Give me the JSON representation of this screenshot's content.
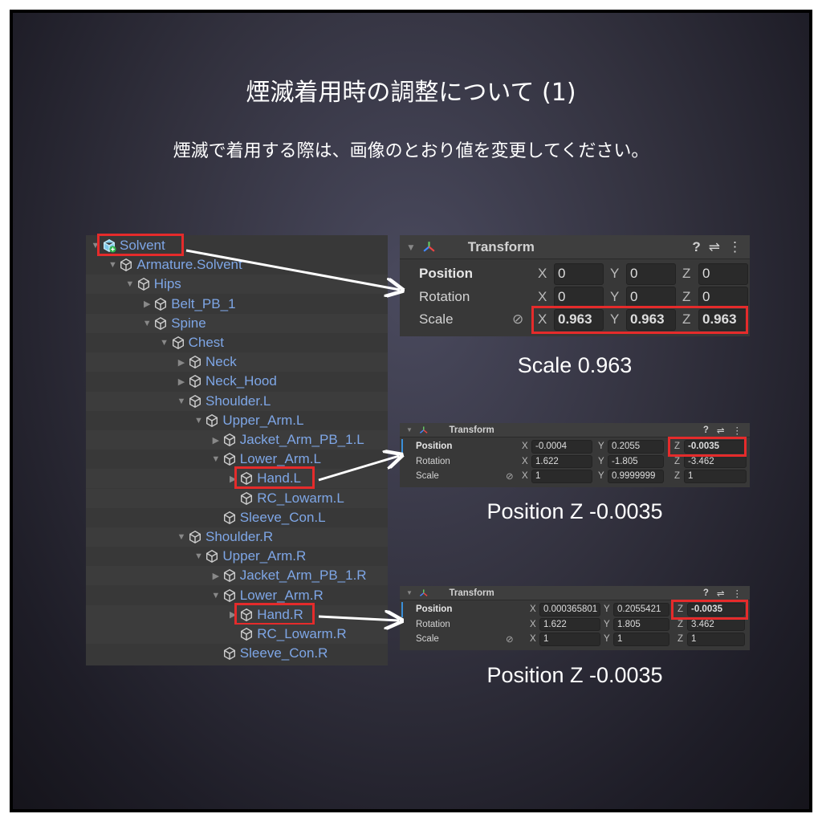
{
  "title": "煙滅着用時の調整について (1)",
  "subtitle": "煙滅で着用する際は、画像のとおり値を変更してください。",
  "hierarchy": [
    {
      "name": "Solvent",
      "level": 0,
      "arrow": "down",
      "highlight": true,
      "prefab": true
    },
    {
      "name": "Armature.Solvent",
      "level": 1,
      "arrow": "down"
    },
    {
      "name": "Hips",
      "level": 2,
      "arrow": "down"
    },
    {
      "name": "Belt_PB_1",
      "level": 3,
      "arrow": "right"
    },
    {
      "name": "Spine",
      "level": 3,
      "arrow": "down"
    },
    {
      "name": "Chest",
      "level": 4,
      "arrow": "down"
    },
    {
      "name": "Neck",
      "level": 5,
      "arrow": "right"
    },
    {
      "name": "Neck_Hood",
      "level": 5,
      "arrow": "right"
    },
    {
      "name": "Shoulder.L",
      "level": 5,
      "arrow": "down"
    },
    {
      "name": "Upper_Arm.L",
      "level": 6,
      "arrow": "down"
    },
    {
      "name": "Jacket_Arm_PB_1.L",
      "level": 7,
      "arrow": "right"
    },
    {
      "name": "Lower_Arm.L",
      "level": 7,
      "arrow": "down"
    },
    {
      "name": "Hand.L",
      "level": 8,
      "arrow": "right",
      "highlight": true
    },
    {
      "name": "RC_Lowarm.L",
      "level": 8,
      "arrow": ""
    },
    {
      "name": "Sleeve_Con.L",
      "level": 7,
      "arrow": ""
    },
    {
      "name": "Shoulder.R",
      "level": 5,
      "arrow": "down"
    },
    {
      "name": "Upper_Arm.R",
      "level": 6,
      "arrow": "down"
    },
    {
      "name": "Jacket_Arm_PB_1.R",
      "level": 7,
      "arrow": "right"
    },
    {
      "name": "Lower_Arm.R",
      "level": 7,
      "arrow": "down"
    },
    {
      "name": "Hand.R",
      "level": 8,
      "arrow": "right",
      "highlight": true
    },
    {
      "name": "RC_Lowarm.R",
      "level": 8,
      "arrow": ""
    },
    {
      "name": "Sleeve_Con.R",
      "level": 7,
      "arrow": ""
    }
  ],
  "panels": [
    {
      "header": "Transform",
      "rows": [
        {
          "label": "Position",
          "values": [
            "0",
            "0",
            "0"
          ]
        },
        {
          "label": "Rotation",
          "values": [
            "0",
            "0",
            "0"
          ]
        },
        {
          "label": "Scale",
          "values": [
            "0.963",
            "0.963",
            "0.963"
          ]
        }
      ],
      "highlight": "scale-row",
      "caption": "Scale 0.963"
    },
    {
      "header": "Transform",
      "rows": [
        {
          "label": "Position",
          "values": [
            "-0.0004",
            "0.2055",
            "-0.0035"
          ]
        },
        {
          "label": "Rotation",
          "values": [
            "1.622",
            "-1.805",
            "-3.462"
          ]
        },
        {
          "label": "Scale",
          "values": [
            "1",
            "0.9999999",
            "1"
          ]
        }
      ],
      "highlight": "position-z",
      "caption": "Position Z -0.0035"
    },
    {
      "header": "Transform",
      "rows": [
        {
          "label": "Position",
          "values": [
            "0.000365801",
            "0.2055421",
            "-0.0035"
          ]
        },
        {
          "label": "Rotation",
          "values": [
            "1.622",
            "1.805",
            "3.462"
          ]
        },
        {
          "label": "Scale",
          "values": [
            "1",
            "1",
            "1"
          ]
        }
      ],
      "highlight": "position-z",
      "caption": "Position Z -0.0035"
    }
  ],
  "axes": [
    "X",
    "Y",
    "Z"
  ],
  "colors": {
    "highlight": "#e52b2b",
    "hierarchy_text": "#7ea6e6",
    "panel_bg": "#383838"
  }
}
